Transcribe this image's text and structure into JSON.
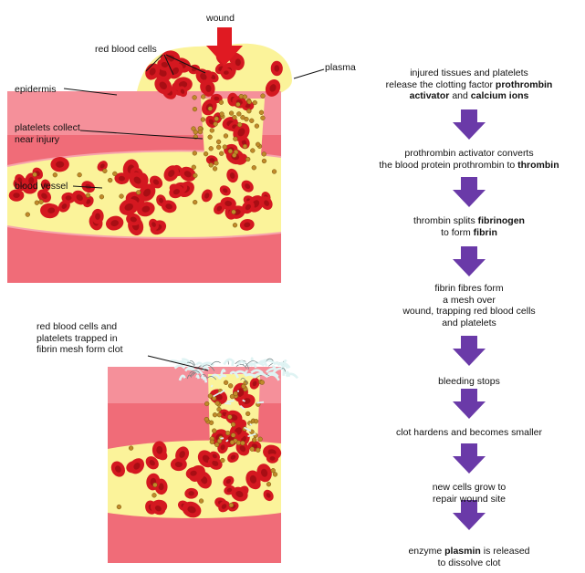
{
  "colors": {
    "skin": "#f06c78",
    "skin_light": "#f7a5ad",
    "plasma": "#fbf39a",
    "blood": "#d41820",
    "blood_dark": "#a80e14",
    "platelet": "#c08a2a",
    "arrow_wound": "#e01a22",
    "flow_arrow": "#6a3aa8",
    "fibrin": "#dff3f3"
  },
  "labels": {
    "wound": "wound",
    "red_blood_cells": "red blood cells",
    "plasma": "plasma",
    "epidermis": "epidermis",
    "platelets_collect": "platelets collect\nnear injury",
    "blood_vessel": "blood vessel",
    "clot_label": "red blood cells and\nplatelets trapped in\nfibrin mesh form clot"
  },
  "steps": [
    [
      {
        "t": "injured tissues and platelets\nrelease the clotting factor "
      },
      {
        "t": "prothrombin\nactivator",
        "b": true
      },
      {
        "t": " and "
      },
      {
        "t": "calcium ions",
        "b": true
      }
    ],
    [
      {
        "t": "prothrombin activator converts\nthe blood protein prothrombin to "
      },
      {
        "t": "thrombin",
        "b": true
      }
    ],
    [
      {
        "t": "thrombin splits "
      },
      {
        "t": "fibrinogen",
        "b": true
      },
      {
        "t": "\nto form "
      },
      {
        "t": "fibrin",
        "b": true
      }
    ],
    [
      {
        "t": "fibrin fibres form\na mesh over\nwound, trapping red blood cells\nand platelets"
      }
    ],
    [
      {
        "t": "bleeding stops"
      }
    ],
    [
      {
        "t": "clot hardens and becomes smaller"
      }
    ],
    [
      {
        "t": "new cells grow to\nrepair wound site"
      }
    ],
    [
      {
        "t": "enzyme "
      },
      {
        "t": "plasmin",
        "b": true
      },
      {
        "t": " is released\nto dissolve clot"
      }
    ]
  ]
}
